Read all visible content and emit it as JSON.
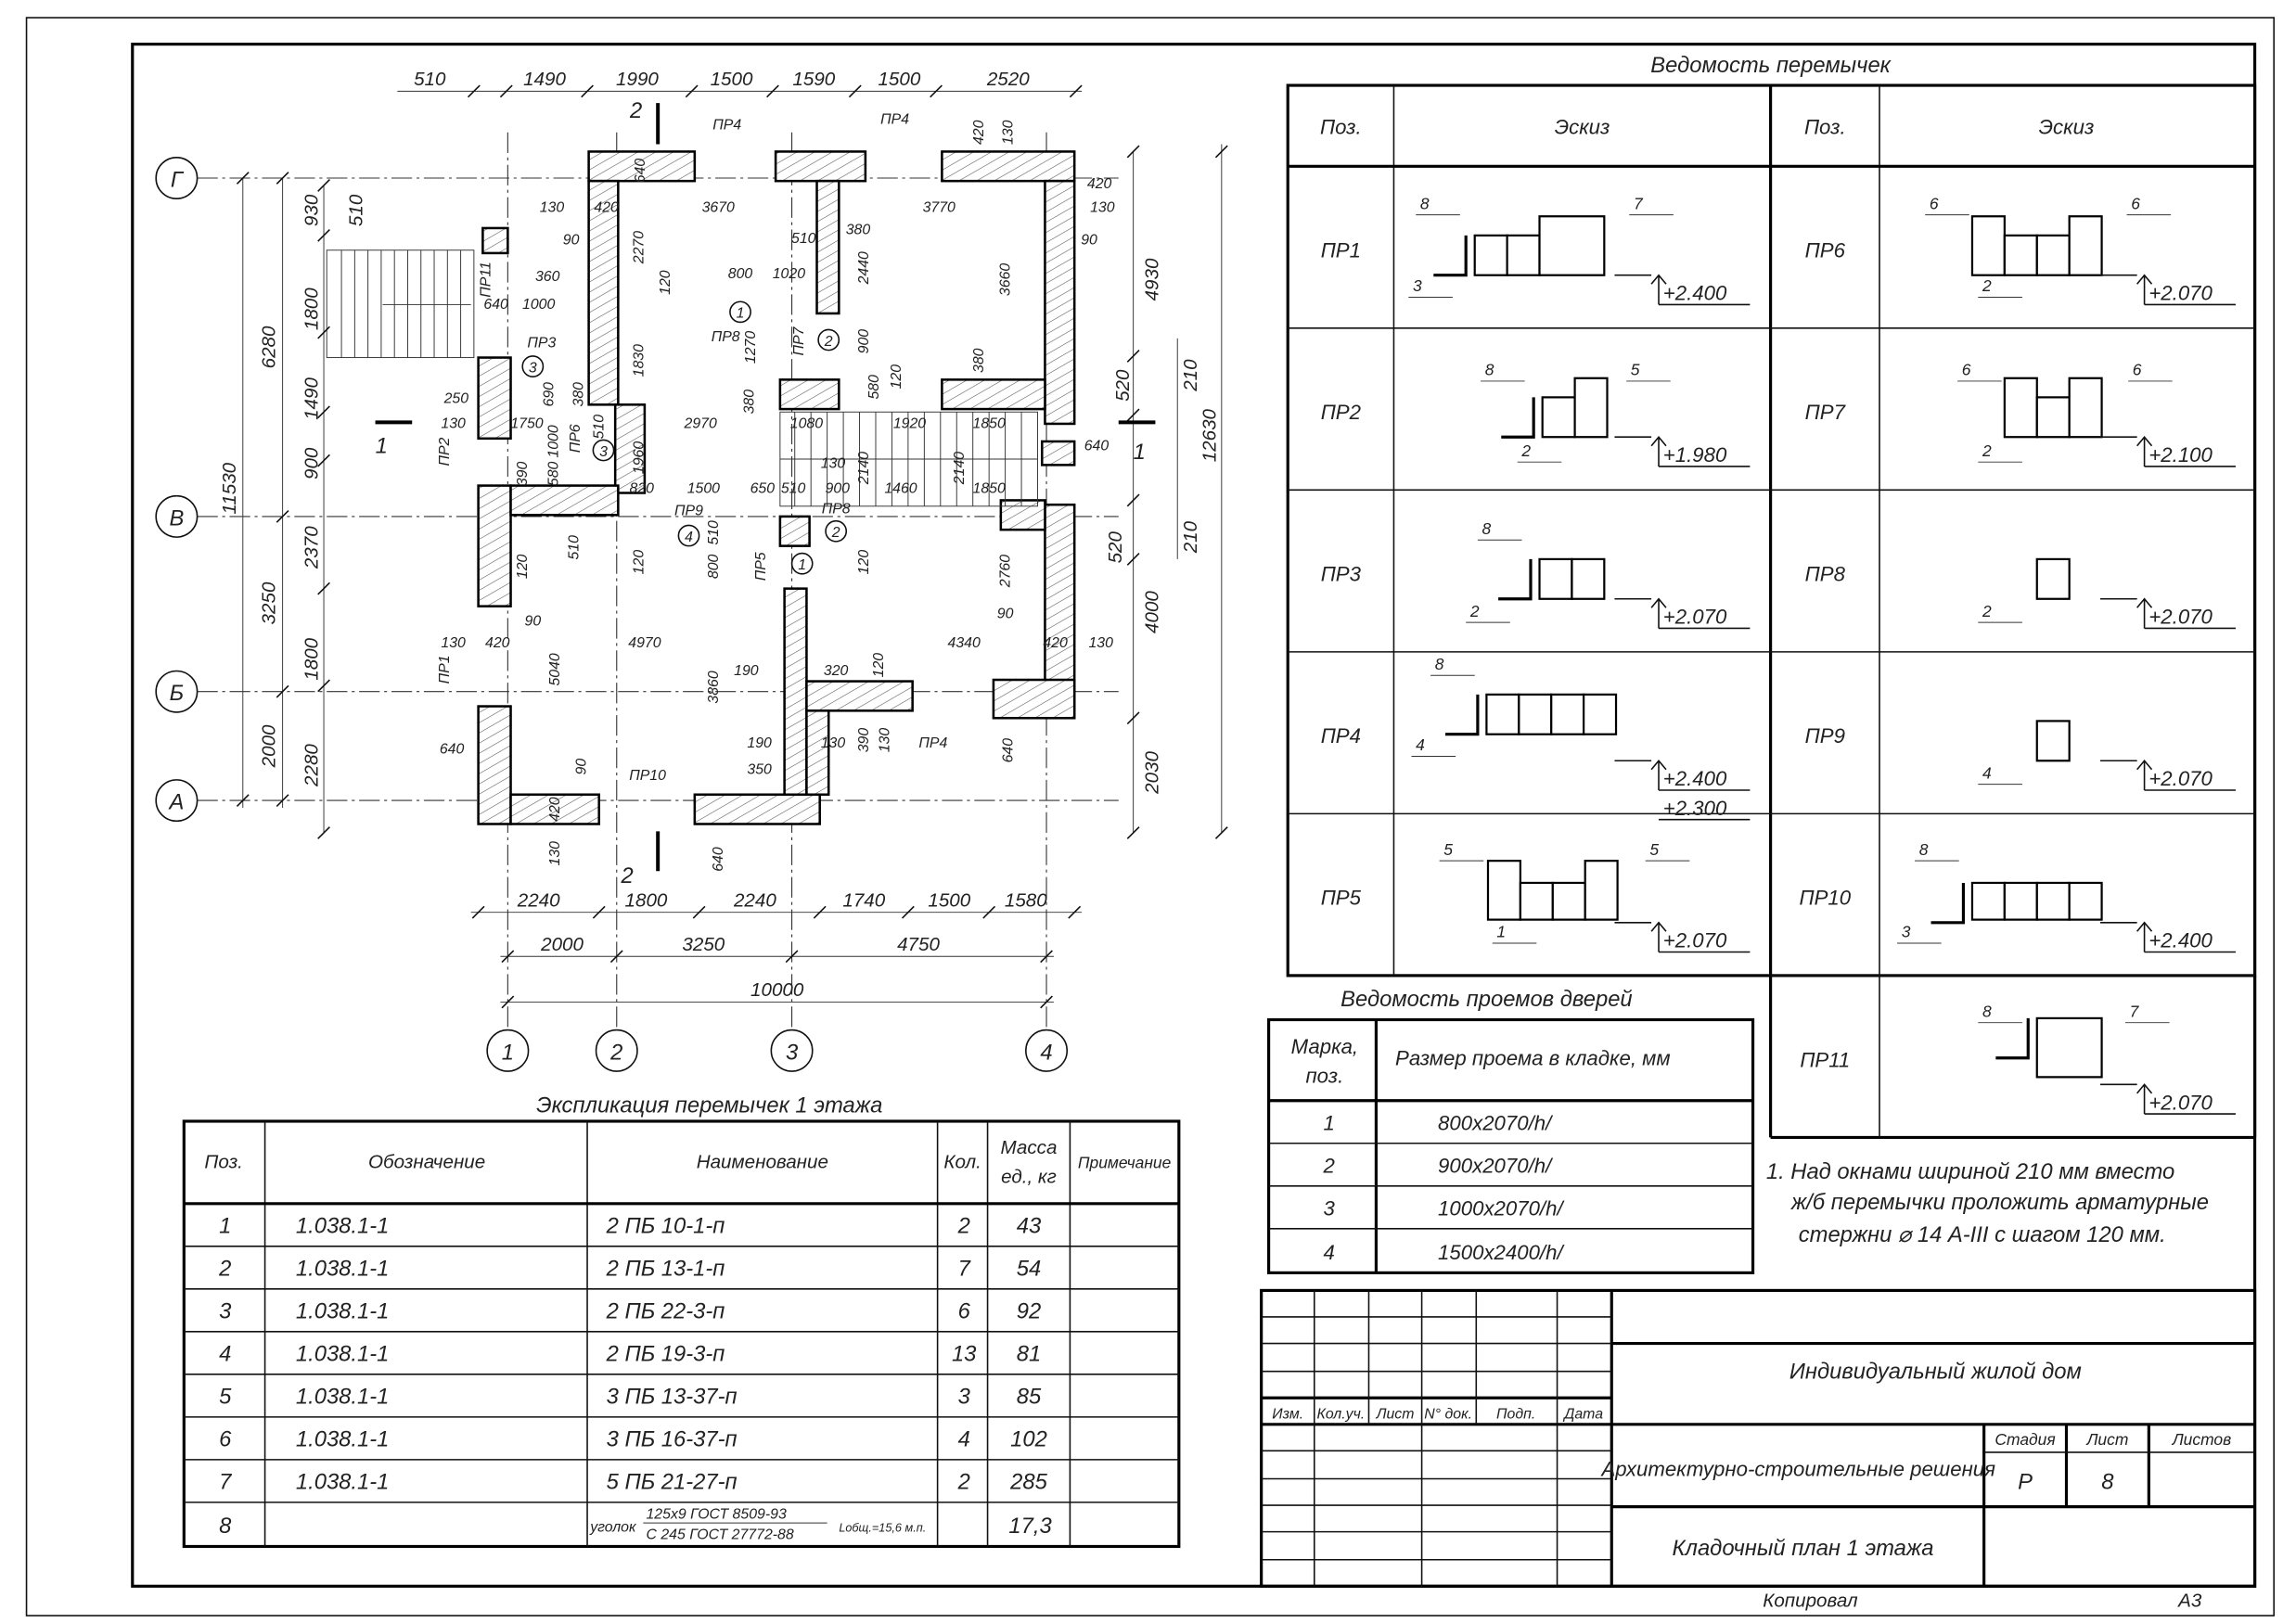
{
  "sheet": {
    "copied_label": "Копировал",
    "format": "А3"
  },
  "lintel_schedule": {
    "title": "Ведомость перемычек",
    "col_pos": "Поз.",
    "col_sketch": "Эскиз",
    "items": [
      {
        "pos": "ПР1",
        "callouts": [
          "8",
          "7",
          "3"
        ],
        "elevations": [
          "+2.400"
        ]
      },
      {
        "pos": "ПР2",
        "callouts": [
          "8",
          "5",
          "2"
        ],
        "elevations": [
          "+1.980"
        ]
      },
      {
        "pos": "ПР3",
        "callouts": [
          "8",
          "2"
        ],
        "elevations": [
          "+2.070"
        ]
      },
      {
        "pos": "ПР4",
        "callouts": [
          "8",
          "4"
        ],
        "elevations": [
          "+2.400",
          "+2.300"
        ]
      },
      {
        "pos": "ПР5",
        "callouts": [
          "5",
          "5",
          "1"
        ],
        "elevations": [
          "+2.070"
        ]
      },
      {
        "pos": "ПР6",
        "callouts": [
          "6",
          "6",
          "2"
        ],
        "elevations": [
          "+2.070"
        ]
      },
      {
        "pos": "ПР7",
        "callouts": [
          "6",
          "6",
          "2"
        ],
        "elevations": [
          "+2.100"
        ]
      },
      {
        "pos": "ПР8",
        "callouts": [
          "2"
        ],
        "elevations": [
          "+2.070"
        ]
      },
      {
        "pos": "ПР9",
        "callouts": [
          "4"
        ],
        "elevations": [
          "+2.070"
        ]
      },
      {
        "pos": "ПР10",
        "callouts": [
          "8",
          "3"
        ],
        "elevations": [
          "+2.400"
        ]
      },
      {
        "pos": "ПР11",
        "callouts": [
          "8",
          "7"
        ],
        "elevations": [
          "+2.070"
        ]
      }
    ]
  },
  "door_schedule": {
    "title": "Ведомость проемов дверей",
    "col_mark_line1": "Марка,",
    "col_mark_line2": "поз.",
    "col_size": "Размер проема в кладке, мм",
    "rows": [
      {
        "mark": "1",
        "size": "800x2070/h/"
      },
      {
        "mark": "2",
        "size": "900x2070/h/"
      },
      {
        "mark": "3",
        "size": "1000x2070/h/"
      },
      {
        "mark": "4",
        "size": "1500x2400/h/"
      }
    ]
  },
  "note": [
    "1. Над окнами шириной 210 мм вместо",
    "ж/б перемычки проложить арматурные",
    "стержни ⌀ 14 А-III с шагом 120 мм."
  ],
  "explication": {
    "title": "Экспликация перемычек 1 этажа",
    "headers": {
      "pos": "Поз.",
      "designation": "Обозначение",
      "name": "Наименование",
      "qty": "Кол.",
      "mass_line1": "Масса",
      "mass_line2": "ед., кг",
      "note": "Примечание"
    },
    "rows": [
      {
        "pos": "1",
        "designation": "1.038.1-1",
        "name": "2 ПБ 10-1-п",
        "qty": "2",
        "mass": "43"
      },
      {
        "pos": "2",
        "designation": "1.038.1-1",
        "name": "2 ПБ 13-1-п",
        "qty": "7",
        "mass": "54"
      },
      {
        "pos": "3",
        "designation": "1.038.1-1",
        "name": "2 ПБ 22-3-п",
        "qty": "6",
        "mass": "92"
      },
      {
        "pos": "4",
        "designation": "1.038.1-1",
        "name": "2 ПБ 19-3-п",
        "qty": "13",
        "mass": "81"
      },
      {
        "pos": "5",
        "designation": "1.038.1-1",
        "name": "3 ПБ 13-37-п",
        "qty": "3",
        "mass": "85"
      },
      {
        "pos": "6",
        "designation": "1.038.1-1",
        "name": "3 ПБ 16-37-п",
        "qty": "4",
        "mass": "102"
      },
      {
        "pos": "7",
        "designation": "1.038.1-1",
        "name": "5 ПБ 21-27-п",
        "qty": "2",
        "mass": "285"
      }
    ],
    "row8": {
      "pos": "8",
      "prefix": "уголок",
      "numerator": "125x9 ГОСТ 8509-93",
      "denominator": "C 245 ГОСТ 27772-88",
      "length": "Lобщ.=15,6 м.п.",
      "mass": "17,3"
    }
  },
  "title_block": {
    "col_labels": [
      "Изм.",
      "Кол.уч.",
      "Лист",
      "N° док.",
      "Подп.",
      "Дата"
    ],
    "project": "Индивидуальный жилой дом",
    "section": "Архитектурно-строительные решения",
    "sheet_title": "Кладочный план 1 этажа",
    "stage_label": "Стадия",
    "sheet_label": "Лист",
    "sheets_label": "Листов",
    "stage": "Р",
    "sheet_no": "8"
  },
  "plan": {
    "col_axes": [
      "1",
      "2",
      "3",
      "4"
    ],
    "row_axes": [
      "Г",
      "В",
      "Б",
      "А"
    ],
    "top_dims": [
      "510",
      "1490",
      "1990",
      "1500",
      "1590",
      "1500",
      "2520"
    ],
    "bottom_dims_1": [
      "2240",
      "1800",
      "2240",
      "1740",
      "1500",
      "1580"
    ],
    "bottom_dims_2": [
      "2000",
      "3250",
      "4750"
    ],
    "bottom_total": "10000",
    "left_total": "11530",
    "left_axes_dims": [
      "6280",
      "3250",
      "2000"
    ],
    "left_openings_dims": [
      "930",
      "1800",
      "1490",
      "900",
      "2370",
      "1800",
      "2280"
    ],
    "left_extra": "510",
    "right_dims": [
      "4930",
      "520",
      "4000",
      "520",
      "2030"
    ],
    "right_small": [
      "210",
      "210"
    ],
    "right_total": "12630",
    "section_marks": [
      "2",
      "2",
      "1",
      "1"
    ],
    "labels": [
      "ПР4",
      "ПР4",
      "420",
      "130",
      "640",
      "130",
      "420",
      "3670",
      "3770",
      "420",
      "130",
      "90",
      "90",
      "510",
      "380",
      "2270",
      "2440",
      "3660",
      "800",
      "1020",
      "120",
      "360",
      "1000",
      "640",
      "ПР11",
      "ПР8",
      "ПР7",
      "1270",
      "900",
      "ПР3",
      "1830",
      "380",
      "250",
      "130",
      "1750",
      "2970",
      "1080",
      "1920",
      "1850",
      "640",
      "ПР2",
      "1960",
      "510",
      "690",
      "380",
      "1000",
      "ПР6",
      "390",
      "580",
      "820",
      "1500",
      "650",
      "510",
      "900",
      "1460",
      "1850",
      "2140",
      "2140",
      "ПР9",
      "ПР8",
      "510",
      "800",
      "ПР5",
      "120",
      "510",
      "120",
      "120",
      "2760",
      "90",
      "130",
      "420",
      "4970",
      "4340",
      "90",
      "420",
      "130",
      "ПР1",
      "5040",
      "3860",
      "190",
      "320",
      "120",
      "640",
      "90",
      "ПР10",
      "190",
      "130",
      "390",
      "130",
      "ПР4",
      "350",
      "640",
      "420",
      "130",
      "640",
      "120",
      "380",
      "130",
      "580"
    ],
    "door_marks": [
      "1",
      "2",
      "3",
      "3",
      "4",
      "2",
      "1"
    ]
  }
}
